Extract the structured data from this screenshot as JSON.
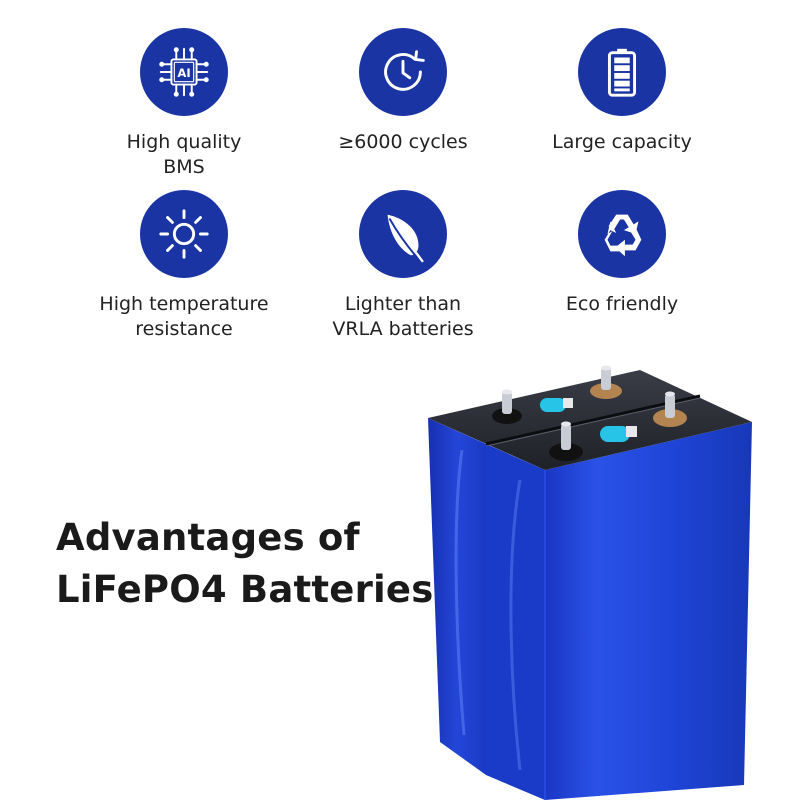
{
  "features": [
    {
      "icon": "ai-chip-icon",
      "label": "High quality\nBMS"
    },
    {
      "icon": "clock-cycle-icon",
      "label": "≥6000 cycles"
    },
    {
      "icon": "battery-level-icon",
      "label": "Large capacity"
    },
    {
      "icon": "sun-icon",
      "label": "High temperature\nresistance"
    },
    {
      "icon": "feather-icon",
      "label": "Lighter than\nVRLA batteries"
    },
    {
      "icon": "recycle-icon",
      "label": "Eco friendly"
    }
  ],
  "chip_text": "AI",
  "headline": "Advantages of\nLiFePO4 Batteries",
  "colors": {
    "icon_circle": "#1a35a3",
    "cell_blue": "#1e3fd0",
    "text": "#1a1a1a"
  }
}
